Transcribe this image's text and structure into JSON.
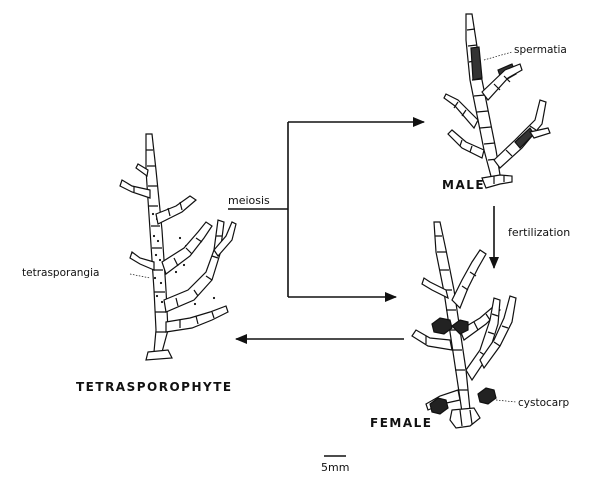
{
  "labels": {
    "spermatia": "spermatia",
    "male": "MALE",
    "meiosis": "meiosis",
    "fertilization": "fertilization",
    "tetrasporangia": "tetrasporangia",
    "tetrasporophyte": "TETRASPOROPHYTE",
    "female": "FEMALE",
    "cystocarp": "cystocarp",
    "scale": "5mm"
  },
  "stages": [
    "tetrasporophyte",
    "male",
    "female"
  ],
  "colors": {
    "ink": "#111111",
    "paper": "#ffffff"
  }
}
